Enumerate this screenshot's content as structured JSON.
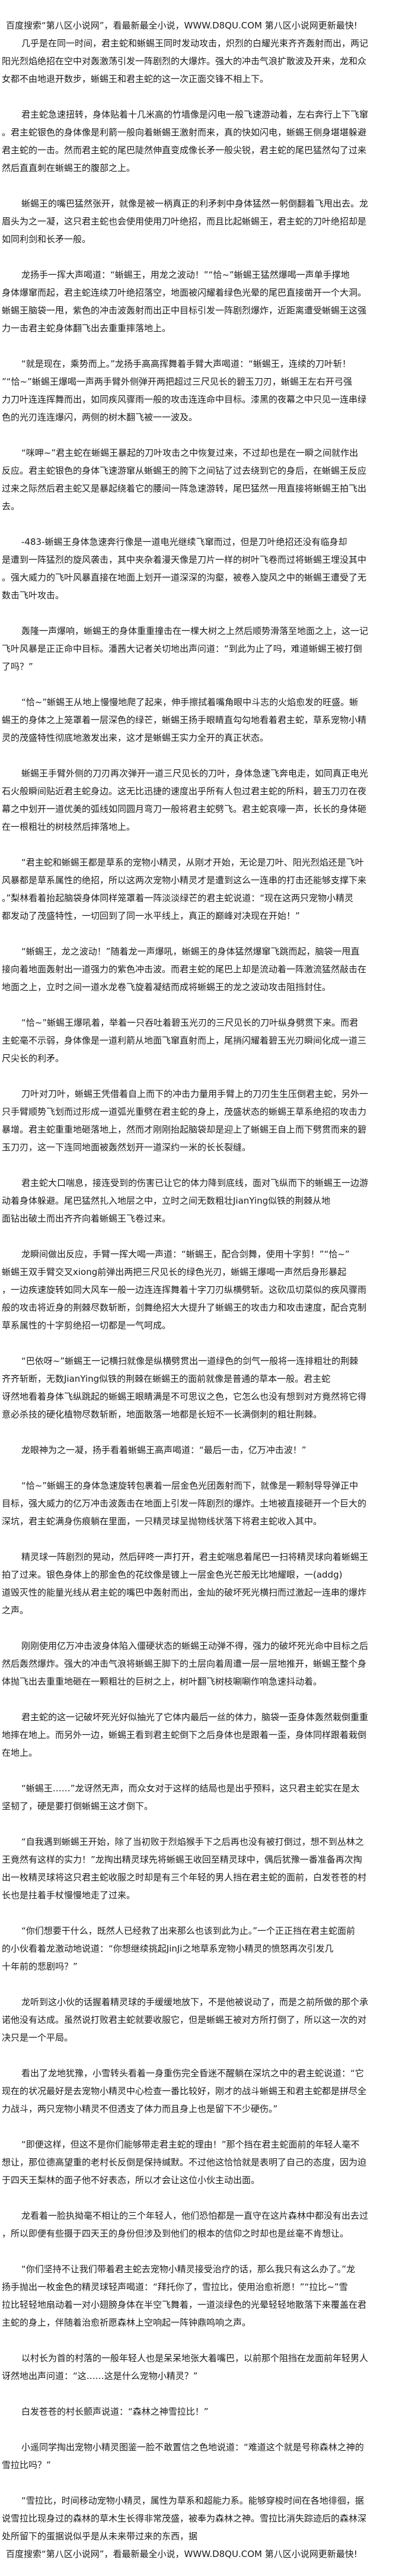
{
  "banner": {
    "top": "百度搜索“第八区小说网”，看最新最全小说，WWW.D8QU.COM   第八区小说网更新最快!",
    "bottom": "百度搜索“第八区小说网”，看最新最全小说，WWW.D8QU.COM   第八区小说网更新最快!"
  },
  "paragraphs": [
    {
      "lines": [
        "几乎是在同一时间，君主蛇和蜥蜴王同时发动攻击，炽烈的白耀光束齐齐轰射而出，两记",
        "阳光烈焰绝招在空中对轰激荡引发一阵剧烈的大爆炸。强大的冲击气浪扩散波及开来，龙和众",
        "女都不由地退开数步，蜥蜴王和君主蛇的这一次正面交锋不相上下。"
      ]
    },
    {
      "lines": [
        "君主蛇急速扭转，身体贴着十几米高的竹墙像是闪电一般飞速游动着，左右奔行上下飞窜",
        "。君主蛇银色的身体像是利箭一般向着蜥蜴王激射而来，真的快如闪电，蜥蜴王侧身堪堪躲避",
        "君主蛇的一击。然而君主蛇的尾巴陡然伸直变成像长矛一般尖锐，君主蛇的尾巴猛然勾了过来",
        "然后直直刺在蜥蜴王的腹部之上。"
      ]
    },
    {
      "lines": [
        "蜥蜴王的嘴巴猛然张开，就像是被一柄真正的利矛刺中身体猛然一躬倒翻着飞甩出去。龙",
        "眉头为之一凝，这只君主蛇也会使用使用刀叶绝招，而且比起蜥蜴王，君主蛇的刀叶绝招却是",
        "如同利剑和长矛一般。"
      ]
    },
    {
      "lines": [
        "龙扬手一挥大声喝道：“蜥蜴王，用龙之波动！”“恰~”蜥蜴王猛然爆喝一声单手撑地",
        "身体爆窜而起，君主蛇连续刀叶绝招落空，地面被闪耀着绿色光晕的尾巴直接凿开一个大洞。",
        "蜥蜴王脑袋一甩，紫色的冲击波轰射而出正中目标引发一阵剧烈爆炸，近距离遭受蜥蜴王这强",
        "力一击君主蛇身体翻飞出去重重摔落地上。"
      ]
    },
    {
      "lines": [
        "“就是现在，乘势而上。”龙扬手高高挥舞着手臂大声喝道：“蜥蜴王，连续的刀叶斩！",
        "”“恰~”蜥蜴王爆喝一声两手臂外侧弹开两把超过三尺见长的碧玉刀刃，蜥蜴王左右开弓强",
        "力刀叶连连挥舞而出，如同疾风骤雨一般的攻击连连命中目标。漆黑的夜幕之中只见一连串绿",
        "色的光刃连连爆闪，两侧的树木翻飞被一一波及。"
      ]
    },
    {
      "lines": [
        "“咪呷~”君主蛇在蜥蜴王暴起的刀叶攻击之中恢复过来，不过却也是在一瞬之间就作出",
        "反应。君主蛇银色的身体飞速游窜从蜥蜴王的胯下之间钻了过去绕到它的身后，在蜥蜴王反应",
        "过来之际然后君主蛇又是暴起绕着它的腰间一阵急速游转，尾巴猛然一甩直接将蜥蜴王拍飞出",
        "去。"
      ]
    },
    {
      "lines": [
        "-483-蜥蜴王身体急速奔行像是一道电光继续飞窜而过，但是刀叶绝招还没有临身却",
        "是遭到一阵猛烈的旋风袭击，其中夹杂着漫天像是刀片一样的树叶飞卷而过将蜥蜴王埋没其中",
        "。强大威力的飞叶风暴直接在地面上划开一道深深的沟壑，被卷入旋风之中的蜥蜴王遭受了无",
        "数击飞叶攻击。"
      ]
    },
    {
      "lines": [
        "轰隆一声爆响，蜥蜴王的身体重重撞击在一棵大树之上然后顺势滑落至地面之上，这一记",
        "飞叶风暴是正正命中目标。潘茜大记者关切地出声问道：“到此为止了吗，难道蜥蜴王被打倒",
        "了吗？”"
      ]
    },
    {
      "lines": [
        "“恰~”蜥蜴王从地上慢慢地爬了起来，伸手擦拭着嘴角眼中斗志的火焰愈发的旺盛。蜥",
        "蜴王的身体之上笼罩着一层深色的绿芒，蜥蜴王扬手眼睛直勾勾地看着君主蛇，草系宠物小精",
        "灵的茂盛特性彻底地激发出来，这才是蜥蜴王实力全开的真正状态。"
      ]
    },
    {
      "lines": [
        "蜥蜴王手臂外侧的刀刃再次弹开一道三尺见长的刀叶，身体急速飞奔电走，如同真正电光",
        "石火般瞬间贴近君主蛇身边。这无比迅捷的速度出乎所有人包过君主蛇的所料，碧玉刀刃在夜",
        "幕之中划开一道优美的弧线如同圆月弯刀一般将君主蛇劈飞。君主蛇哀嚎一声，长长的身体砸",
        "在一根粗壮的树枝然后摔落地上。"
      ]
    },
    {
      "lines": [
        "“君主蛇和蜥蜴王都是草系的宠物小精灵，从刚才开始，无论是刀叶、阳光烈焰还是飞叶",
        "风暴都是草系属性的绝招，所以这两次宠物小精灵才是遭到这么一连串的打击还能够支撑下来",
        "。”梨林看着抬起脑袋身体同样笼罩着一阵淡淡绿芒的君主蛇说道：“现在这两只宠物小精灵",
        "都发动了茂盛特性，一切回到了同一水平线上，真正的巅峰对决现在开始！”"
      ]
    },
    {
      "lines": [
        "“蜥蜴王，龙之波动！”随着龙一声爆吼，蜥蜴王的身体猛然爆窜飞跳而起，脑袋一甩直",
        "接向着地面轰射出一道强力的紫色冲击波。而君主蛇的尾巴上却是流动着一阵激流猛然敲击在",
        "地面之上，立时之间一道水龙卷飞旋着凝结而成将蜥蜴王的龙之波动攻击阻挡封住。"
      ]
    },
    {
      "lines": [
        "“恰~”蜥蜴王爆吼着，举着一只吞吐着碧玉光刃的三尺见长的刀叶纵身劈贯下来。而君",
        "主蛇毫不示弱，身体像是一道利箭从地面飞窜直射而上，尾捎闪耀着碧玉光刃瞬间化成一道三",
        "尺尖长的利矛。"
      ]
    },
    {
      "lines": [
        "刀叶对刀叶，蜥蜴王凭借着自上而下的冲击力量用手臂上的刀刃生生压倒君主蛇，另外一",
        "只手臂顺势飞划而过形成一道弧光重劈在君主蛇的身上，茂盛状态的蜥蜴王草系绝招的攻击力",
        "暴增。君主蛇重重地砸落地上，然而才刚刚抬起脑袋却是迎上了蜥蜴王自上而下劈贯而来的碧",
        "玉刀刃，这一下连同地面被轰然划开一道深约一米的长长裂缝。"
      ]
    },
    {
      "lines": [
        "君主蛇大口喘息，接连受到的伤害已让它的体力降到底线，面对飞纵而下的蜥蜴王一边游",
        "动着身体躲避。尾巴猛然扎入地层之中，立时之间无数粗壮JianYing似铁的荆棘从地",
        "面钻出破土而出齐齐向着蜥蜴王飞卷过来。"
      ]
    },
    {
      "lines": [
        "龙瞬间做出反应，手臂一挥大喝一声道：“蜥蜴王，配合剑舞，使用十字剪！”“恰~”",
        "蜥蜴王双手臂交叉xiong前弹出两把三尺见长的绿色光刃，蜥蜴王爆喝一声然后身形暴起",
        "，一边疾速旋转如同大风车一般一边连连挥舞着十字刀刃纵横劈斩。这砍瓜切菜似的疾风骤雨",
        "般的攻击将近身的荆棘尽数斩断，剑舞绝招大大提升了蜥蜴王的攻击力和攻击速度，配合克制",
        "草系属性的十字剪绝招一切都是一气呵成。"
      ]
    },
    {
      "lines": [
        "“巴依呀~”蜥蜴王一记横扫就像是纵横劈贯出一道绿色的剑气一般将一连排粗壮的荆棘",
        "齐齐斩断，无数JianYing似铁的荆棘在蜥蜴王的面前就像是普通的草本一般。君主蛇",
        "讶然地看着身体飞纵跳起的蜥蜴王眼睛满是不可思议之色，它怎么也没有想到对方竟然将它得",
        "意必杀技的硬化植物尽数斩断，地面散落一地都是长短不一长满倒刺的粗壮荆棘。"
      ]
    },
    {
      "lines": [
        "龙眼神为之一凝，扬手看着蜥蜴王高声喝道：“最后一击，亿万冲击波！”"
      ]
    },
    {
      "lines": [
        "“恰~”蜥蜴王的身体急速旋转包裹着一层金色光团轰射而下，就像是一颗制导导弹正中",
        "目标，强大威力的亿万冲击波轰击在地面上引发一阵剧烈的爆炸。土地被直接砸开一个巨大的",
        "深坑，君主蛇满身伤痕躺在里面，一只精灵球呈抛物线状落下将君主蛇收入其中。"
      ]
    },
    {
      "lines": [
        "精灵球一阵剧烈的晃动，然后砰咚一声打开，君主蛇喘息着尾巴一扫将精灵球向着蜥蜴王",
        "拍了过来。银色身体上的那金色的花纹像是镀上一层金色光芒般无比地耀眼，一(addg)",
        "道毁灭性的能量光线从君主蛇的嘴巴中轰射而出，金灿的破坏死光横扫而过激起一连串的爆炸",
        "之声。"
      ]
    },
    {
      "lines": [
        "刚刚使用亿万冲击波身体陷入僵硬状态的蜥蜴王动弹不得，强力的破坏死光命中目标之后",
        "然后轰然爆炸。强大的冲击气浪将蜥蜴王脚下的土层向着周遭一层一层地推开，蜥蜴王整个身",
        "体抛飞出去重重地砸在一颗粗壮的巨树之上，树叶翻飞树枝唰唰作响急速抖动着。"
      ]
    },
    {
      "lines": [
        "君主蛇的这一记破坏死光好似抽光了它体内最后一丝的体力，脑袋一歪身体轰然栽倒重重",
        "地摔在地上。而另外一边，蜥蜴王看到君主蛇倒下之后身体也是跟着一歪，身体同样跟着栽倒",
        "在地上。"
      ]
    },
    {
      "lines": [
        "“蜥蜴王……”龙讶然无声，而众女对于这样的结局也是出乎预料，这只君主蛇实在是太",
        "坚韧了，硬是要打倒蜥蜴王这才倒下。"
      ]
    },
    {
      "lines": [
        "“自我遇到蜥蜴王开始，除了当初败于烈焰猴手下之后再也没有被打倒过，想不到丛林之",
        "王竟然有这样的实力！”龙掏出精灵球先将蜥蜴王收回至精灵球中，偶后犹豫一番准备再次掏",
        "出一枚精灵球将这只君主蛇收服之时却是有三个年轻的男人挡在君主蛇的面前，白发苍苍的村",
        "长也是拄着手杖慢慢地走了过来。"
      ]
    },
    {
      "lines": [
        "“你们想要干什么，既然人已经救了出来那么也该到此为止。”一个正正挡在君主蛇面前",
        "的小伙看着龙激动地说道：“你想继续挑起JinJi之地草系宠物小精灵的愤怒再次引发几",
        "十年前的悲剧吗？”"
      ]
    },
    {
      "lines": [
        "龙听到这小伙的话握着精灵球的手缓缓地放下，不是他被说动了，而是之前所做的那个承",
        "诺他没有达成。虽然说打败君主蛇就要收服它，但是蜥蜴王被对方所打倒了，所以这一次的对",
        "决只是一个平局。"
      ]
    },
    {
      "lines": [
        "看出了龙地犹豫，小雪转头看着一身重伤完全昏迷不醒躺在深坑之中的君主蛇说道：“它",
        "现在的状况最好是去宠物小精灵中心检查一番比较好，刚才的战斗蜥蜴王和君主蛇都是拼尽全",
        "力战斗，两只宠物小精灵不但透支了体力而且身上也是留下不少硬伤。”"
      ]
    },
    {
      "lines": [
        "“即便这样，但这不是你们能够带走君主蛇的理由！”那个挡在君主蛇面前的年轻人毫不",
        "想让，那位德高望重的老村长反倒是保持缄默。不过他这恰恰就是表明了自己的态度，因为迫",
        "于四天王梨林的面子他不好表态，所以才会让这位小伙主动出面。"
      ]
    },
    {
      "lines": [
        "龙看着一脸执拗毫不相让的三个年轻人，他们恐怕都是一直守在这片森林中都没有出去过",
        "，所以即便有些摄于四天王的身份但涉及到他们的根本的信仰之时却也是丝毫不肯想让。"
      ]
    },
    {
      "lines": [
        "“你们坚持不让我们带着君主蛇去宠物小精灵接受治疗的话，那么我只有这么办了。”龙",
        "扬手抛出一枚金色的精灵球轻声喝道：“拜托你了，雪拉比，使用治愈祈愿！”“拉比~”雪",
        "拉比轻轻地扇动着一对小翅膀身体在半空飞舞着，一道淡绿色的光晕轻轻地散落下来覆盖在君",
        "主蛇的身上，伴随着治愈祈愿森林上空响起一阵钟鼎鸣响之声。"
      ]
    },
    {
      "lines": [
        "以村长为首的村落的一般年轻人也是呆呆地张大着嘴巴，以前那个阻挡在龙面前年轻男人",
        "讶然地出声问道：“这……这是什么宠物小精灵？”"
      ]
    },
    {
      "lines": [
        "白发苍苍的村长颤声说道：“森林之神雪拉比！”"
      ]
    },
    {
      "lines": [
        "小遥同学掏出宠物小精灵图鉴一脸不敢置信之色地说道：“难道这个就是号称森林之神的",
        "雪拉比吗？”"
      ]
    },
    {
      "lines": [
        "“雪拉比，时间移动宠物小精灵，属性为草系和超能力系。能够穿梭时间在各地徘徊，据",
        "说雪拉比现身过的森林的草木生长得非常茂盛，被奉为森林之神。雪拉比消失踪迹后的森林深",
        "处所留下的蛋据说似乎是从未来带过来的东西，据"
      ]
    }
  ]
}
